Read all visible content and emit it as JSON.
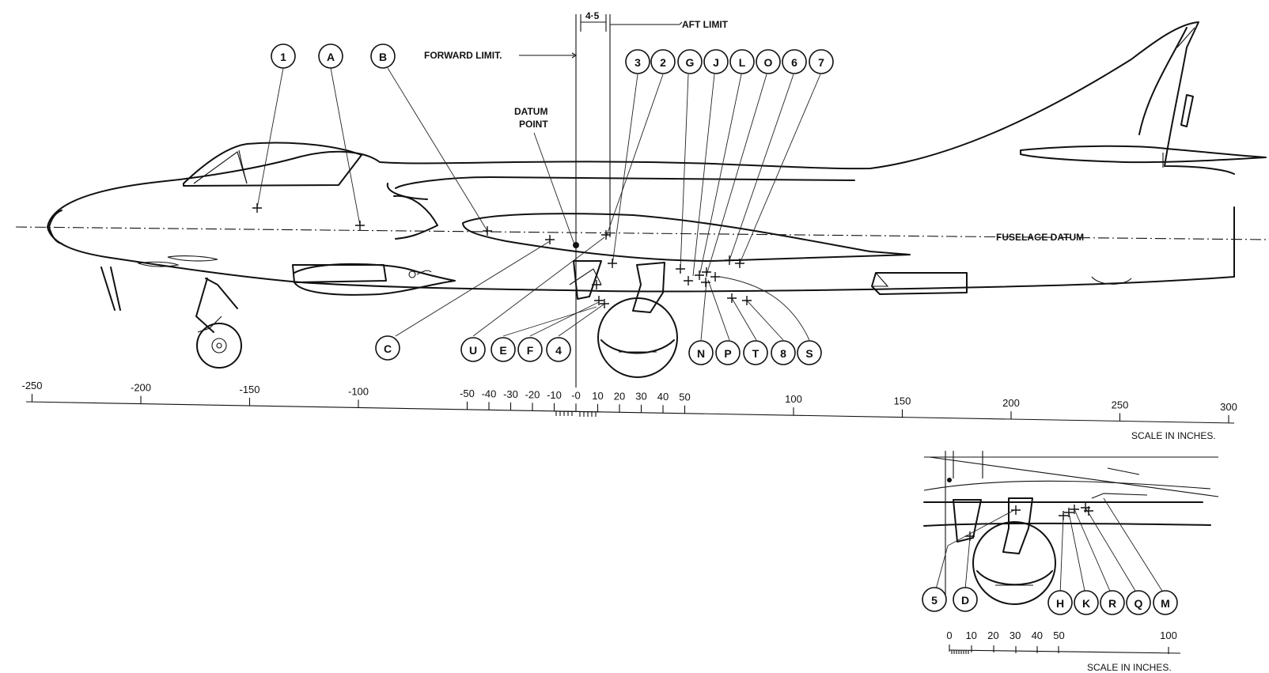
{
  "labels": {
    "forward_limit": "FORWARD LIMIT.",
    "aft_limit": "AFT LIMIT",
    "limit_width": "4·5",
    "datum_point_1": "DATUM",
    "datum_point_2": "POINT",
    "fuselage_datum": "FUSELAGE DATUM",
    "scale_main": "SCALE IN INCHES.",
    "scale_inset": "SCALE IN INCHES."
  },
  "main_scale_ticks": [
    "-250",
    "-200",
    "-150",
    "-100",
    "-50",
    "-40",
    "-30",
    "-20",
    "-10",
    "-0",
    "10",
    "20",
    "30",
    "40",
    "50",
    "100",
    "150",
    "200",
    "250",
    "300"
  ],
  "inset_scale_ticks": [
    "0",
    "10",
    "20",
    "30",
    "40",
    "50",
    "100"
  ],
  "callouts_top": [
    "1",
    "A",
    "B",
    "3",
    "2",
    "G",
    "J",
    "L",
    "O",
    "6",
    "7"
  ],
  "callouts_bottom": [
    "C",
    "U",
    "E",
    "F",
    "4",
    "N",
    "P",
    "T",
    "8",
    "S"
  ],
  "callouts_inset": [
    "5",
    "D",
    "H",
    "K",
    "R",
    "Q",
    "M"
  ]
}
